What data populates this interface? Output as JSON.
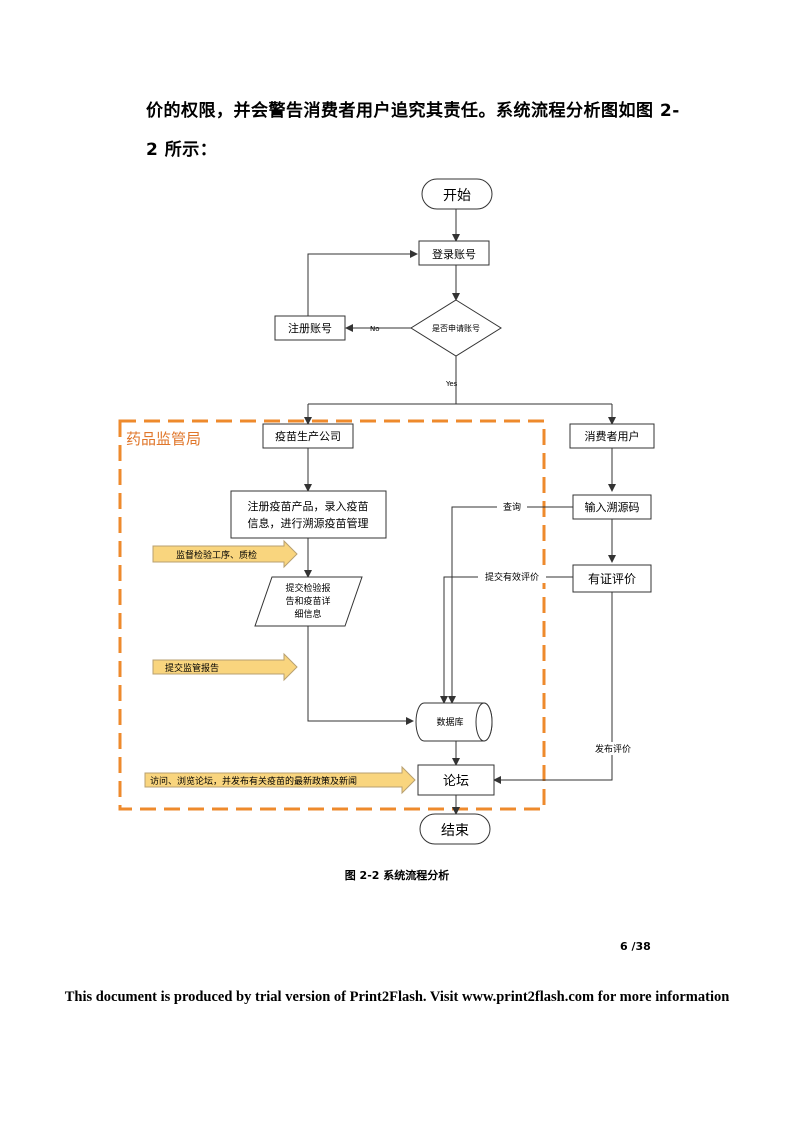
{
  "paragraph": {
    "line1": "价的权限，并会警告消费者用户追究其责任。系统流程分析图如图 2-",
    "line2": "2 所示："
  },
  "flowchart": {
    "start": "开始",
    "login": "登录账号",
    "decision": "是否申请账号",
    "register": "注册账号",
    "no_label": "No",
    "yes_label": "Yes",
    "agency_title": "药品监管局",
    "producer": "疫苗生产公司",
    "register_product_line1": "注册疫苗产品，录入疫苗",
    "register_product_line2": "信息，进行溯源疫苗管理",
    "supervise_inspect": "监督检验工序、质检",
    "submit_report_line1": "提交检验报",
    "submit_report_line2": "告和疫苗详",
    "submit_report_line3": "细信息",
    "submit_supervision": "提交监管报告",
    "database": "数据库",
    "forum": "论坛",
    "browse_forum": "访问、浏览论坛，并发布有关疫苗的最新政策及新闻",
    "end": "结束",
    "consumer": "消费者用户",
    "input_code": "输入溯源码",
    "verified_review": "有证评价",
    "query": "查询",
    "submit_review": "提交有效评价",
    "post_review": "发布评价"
  },
  "caption": "图 2-2 系统流程分析",
  "page_number": "6 /38",
  "footer_notice": "This document is produced by trial version of Print2Flash. Visit www.print2flash.com for more information",
  "colors": {
    "dashed_border": "#ee8a2c",
    "arrow_fill": "#f9d57e",
    "agency_title": "#e0762a"
  }
}
